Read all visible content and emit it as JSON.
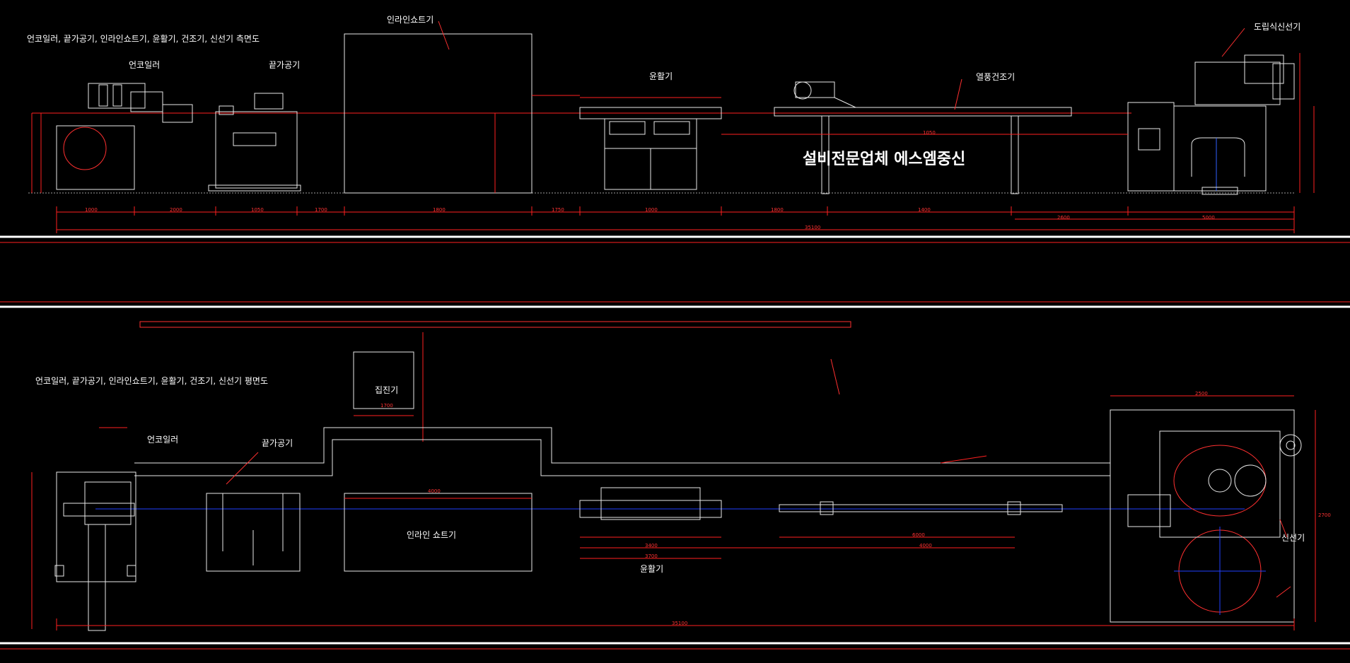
{
  "side_view": {
    "title": "언코일러, 끝가공기, 인라인쇼트기, 윤활기, 건조기, 신선기  측면도",
    "labels": {
      "uncoiler": "언코일러",
      "end_machine": "끝가공기",
      "inline_shot": "인라인쇼트기",
      "lubricator": "윤활기",
      "hot_air_dryer": "열풍건조기",
      "drawing_machine": "도립식신선기"
    },
    "watermark": "설비전문업체 에스엠중신",
    "dims": {
      "overall": "35100",
      "d1": "1000",
      "d2": "2000",
      "d3": "1050",
      "d4": "1700",
      "d5": "1800",
      "d6": "1750",
      "d7": "1000",
      "d8": "1800",
      "d9": "1400",
      "d10": "2600",
      "d11": "5000",
      "d12": "1050"
    }
  },
  "plan_view": {
    "title": "언코일러, 끝가공기, 인라인쇼트기, 윤활기, 건조기, 신선기 평면도",
    "labels": {
      "uncoiler": "언코일러",
      "end_machine": "끝가공기",
      "dust_collector": "집진기",
      "inline_shot": "인라인 쇼트기",
      "lubricator": "윤활기",
      "drawing_machine": "신선기"
    },
    "dims": {
      "dust_w": "1700",
      "shot_w": "4000",
      "overall": "35100",
      "lub_a": "3400",
      "lub_b": "3700",
      "dry_a": "6000",
      "dry_b": "4000",
      "dm_w": "2500",
      "dm_h": "2700"
    }
  }
}
